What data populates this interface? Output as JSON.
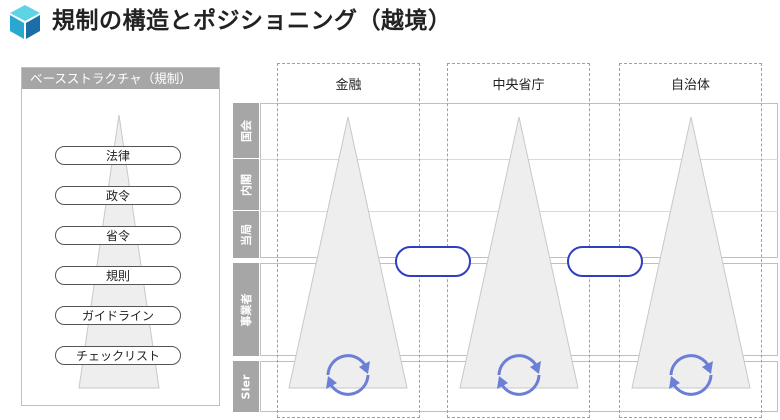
{
  "title": "規制の構造とポジショニング（越境）",
  "base_structure": {
    "header": "ベースストラクチャ（規制）",
    "items": [
      "法律",
      "政令",
      "省令",
      "規則",
      "ガイドライン",
      "チェックリスト"
    ]
  },
  "rows": [
    {
      "label": "国会"
    },
    {
      "label": "内閣"
    },
    {
      "label": "当局"
    },
    {
      "label": "事業者"
    },
    {
      "label": "SIer"
    }
  ],
  "columns": [
    {
      "label": "金融"
    },
    {
      "label": "中央省庁"
    },
    {
      "label": "自治体"
    }
  ],
  "colors": {
    "logo_light": "#5fd3e6",
    "logo_mid": "#29a7d1",
    "logo_dark": "#1c6fa6",
    "connector": "#2f3fbf",
    "cycle_arrow": "#6b7fd6",
    "band_label_bg": "#a6a6a6"
  }
}
